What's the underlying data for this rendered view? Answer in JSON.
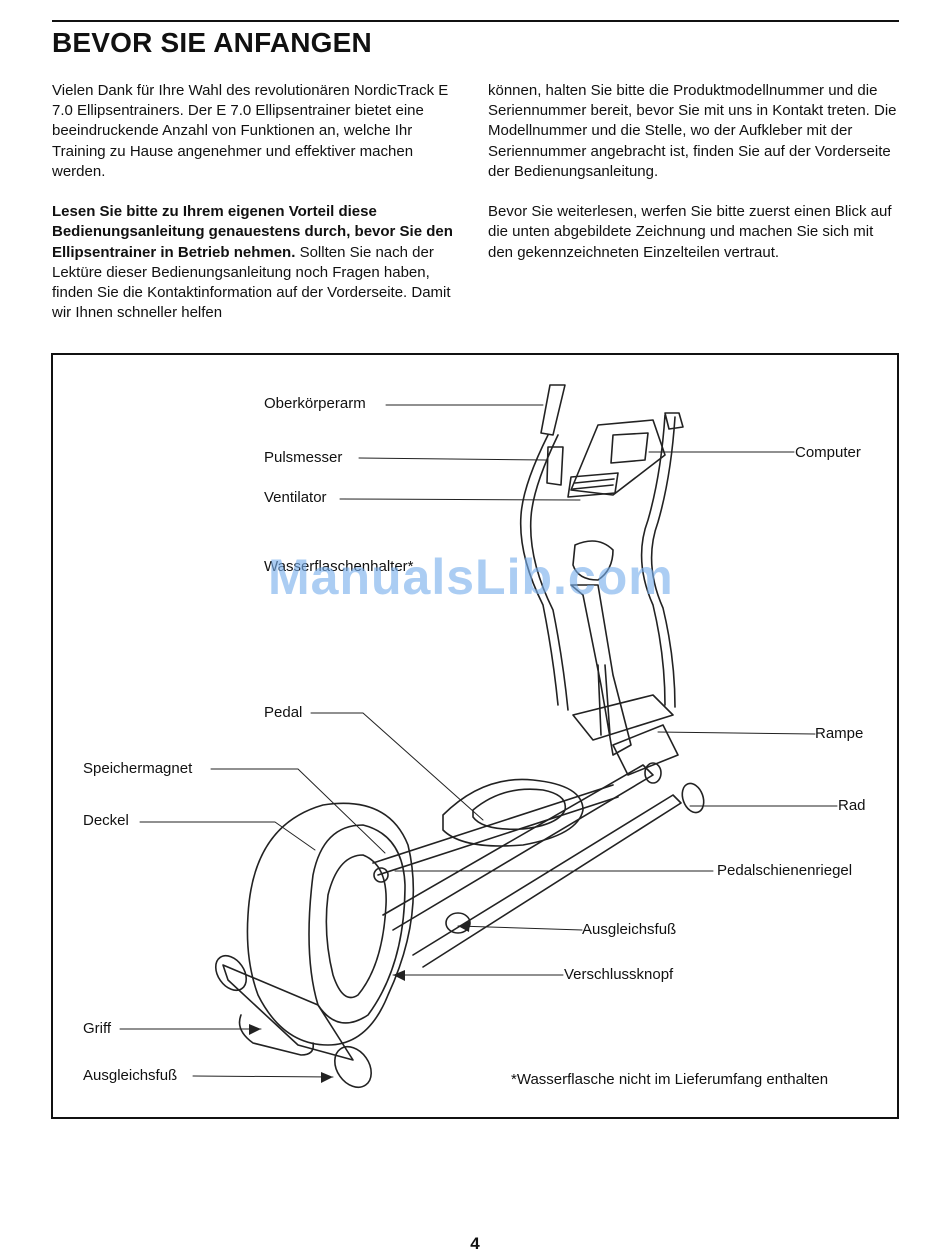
{
  "title": "BEVOR SIE ANFANGEN",
  "left_column": {
    "p1": "Vielen Dank für Ihre Wahl des revolutionären NordicTrack E 7.0 Ellipsentrainers. Der E 7.0 Ellipsentrainer bietet eine beeindruckende Anzahl von Funktionen an, welche Ihr Training zu Hause angenehmer und effektiver machen werden.",
    "p2_bold": "Lesen Sie bitte zu Ihrem eigenen Vorteil diese Bedienungsanleitung genauestens durch, bevor Sie den Ellipsentrainer in Betrieb nehmen.",
    "p2_rest": " Sollten Sie nach der Lektüre dieser Bedienungsanleitung noch Fragen haben, finden Sie die Kontaktinformation auf der Vorderseite. Damit wir Ihnen schneller helfen"
  },
  "right_column": {
    "p1": "können, halten Sie bitte die Produktmodellnummer und die Seriennummer bereit, bevor Sie mit uns in Kontakt treten. Die Modellnummer und die Stelle, wo der Aufkleber mit der Seriennummer angebracht ist, finden Sie auf der Vorderseite der Bedienungsanleitung.",
    "p2": "Bevor Sie weiterlesen, werfen Sie bitte zuerst einen Blick auf die unten abgebildete Zeichnung und machen Sie sich mit den gekennzeichneten Einzelteilen vertraut."
  },
  "labels": {
    "oberkoerperarm": "Oberkörperarm",
    "pulsmesser": "Pulsmesser",
    "ventilator": "Ventilator",
    "wasserflaschenhalter": "Wasserflaschenhalter*",
    "computer": "Computer",
    "pedal": "Pedal",
    "rampe": "Rampe",
    "speichermagnet": "Speichermagnet",
    "rad": "Rad",
    "deckel": "Deckel",
    "pedalschienenriegel": "Pedalschienenriegel",
    "ausgleichsfuss_right": "Ausgleichsfuß",
    "verschlussknopf": "Verschlussknopf",
    "griff": "Griff",
    "ausgleichsfuss_left": "Ausgleichsfuß"
  },
  "footnote": "*Wasserflasche nicht im Lieferumfang enthalten",
  "watermark": "ManualsLib.com",
  "page_number": "4"
}
